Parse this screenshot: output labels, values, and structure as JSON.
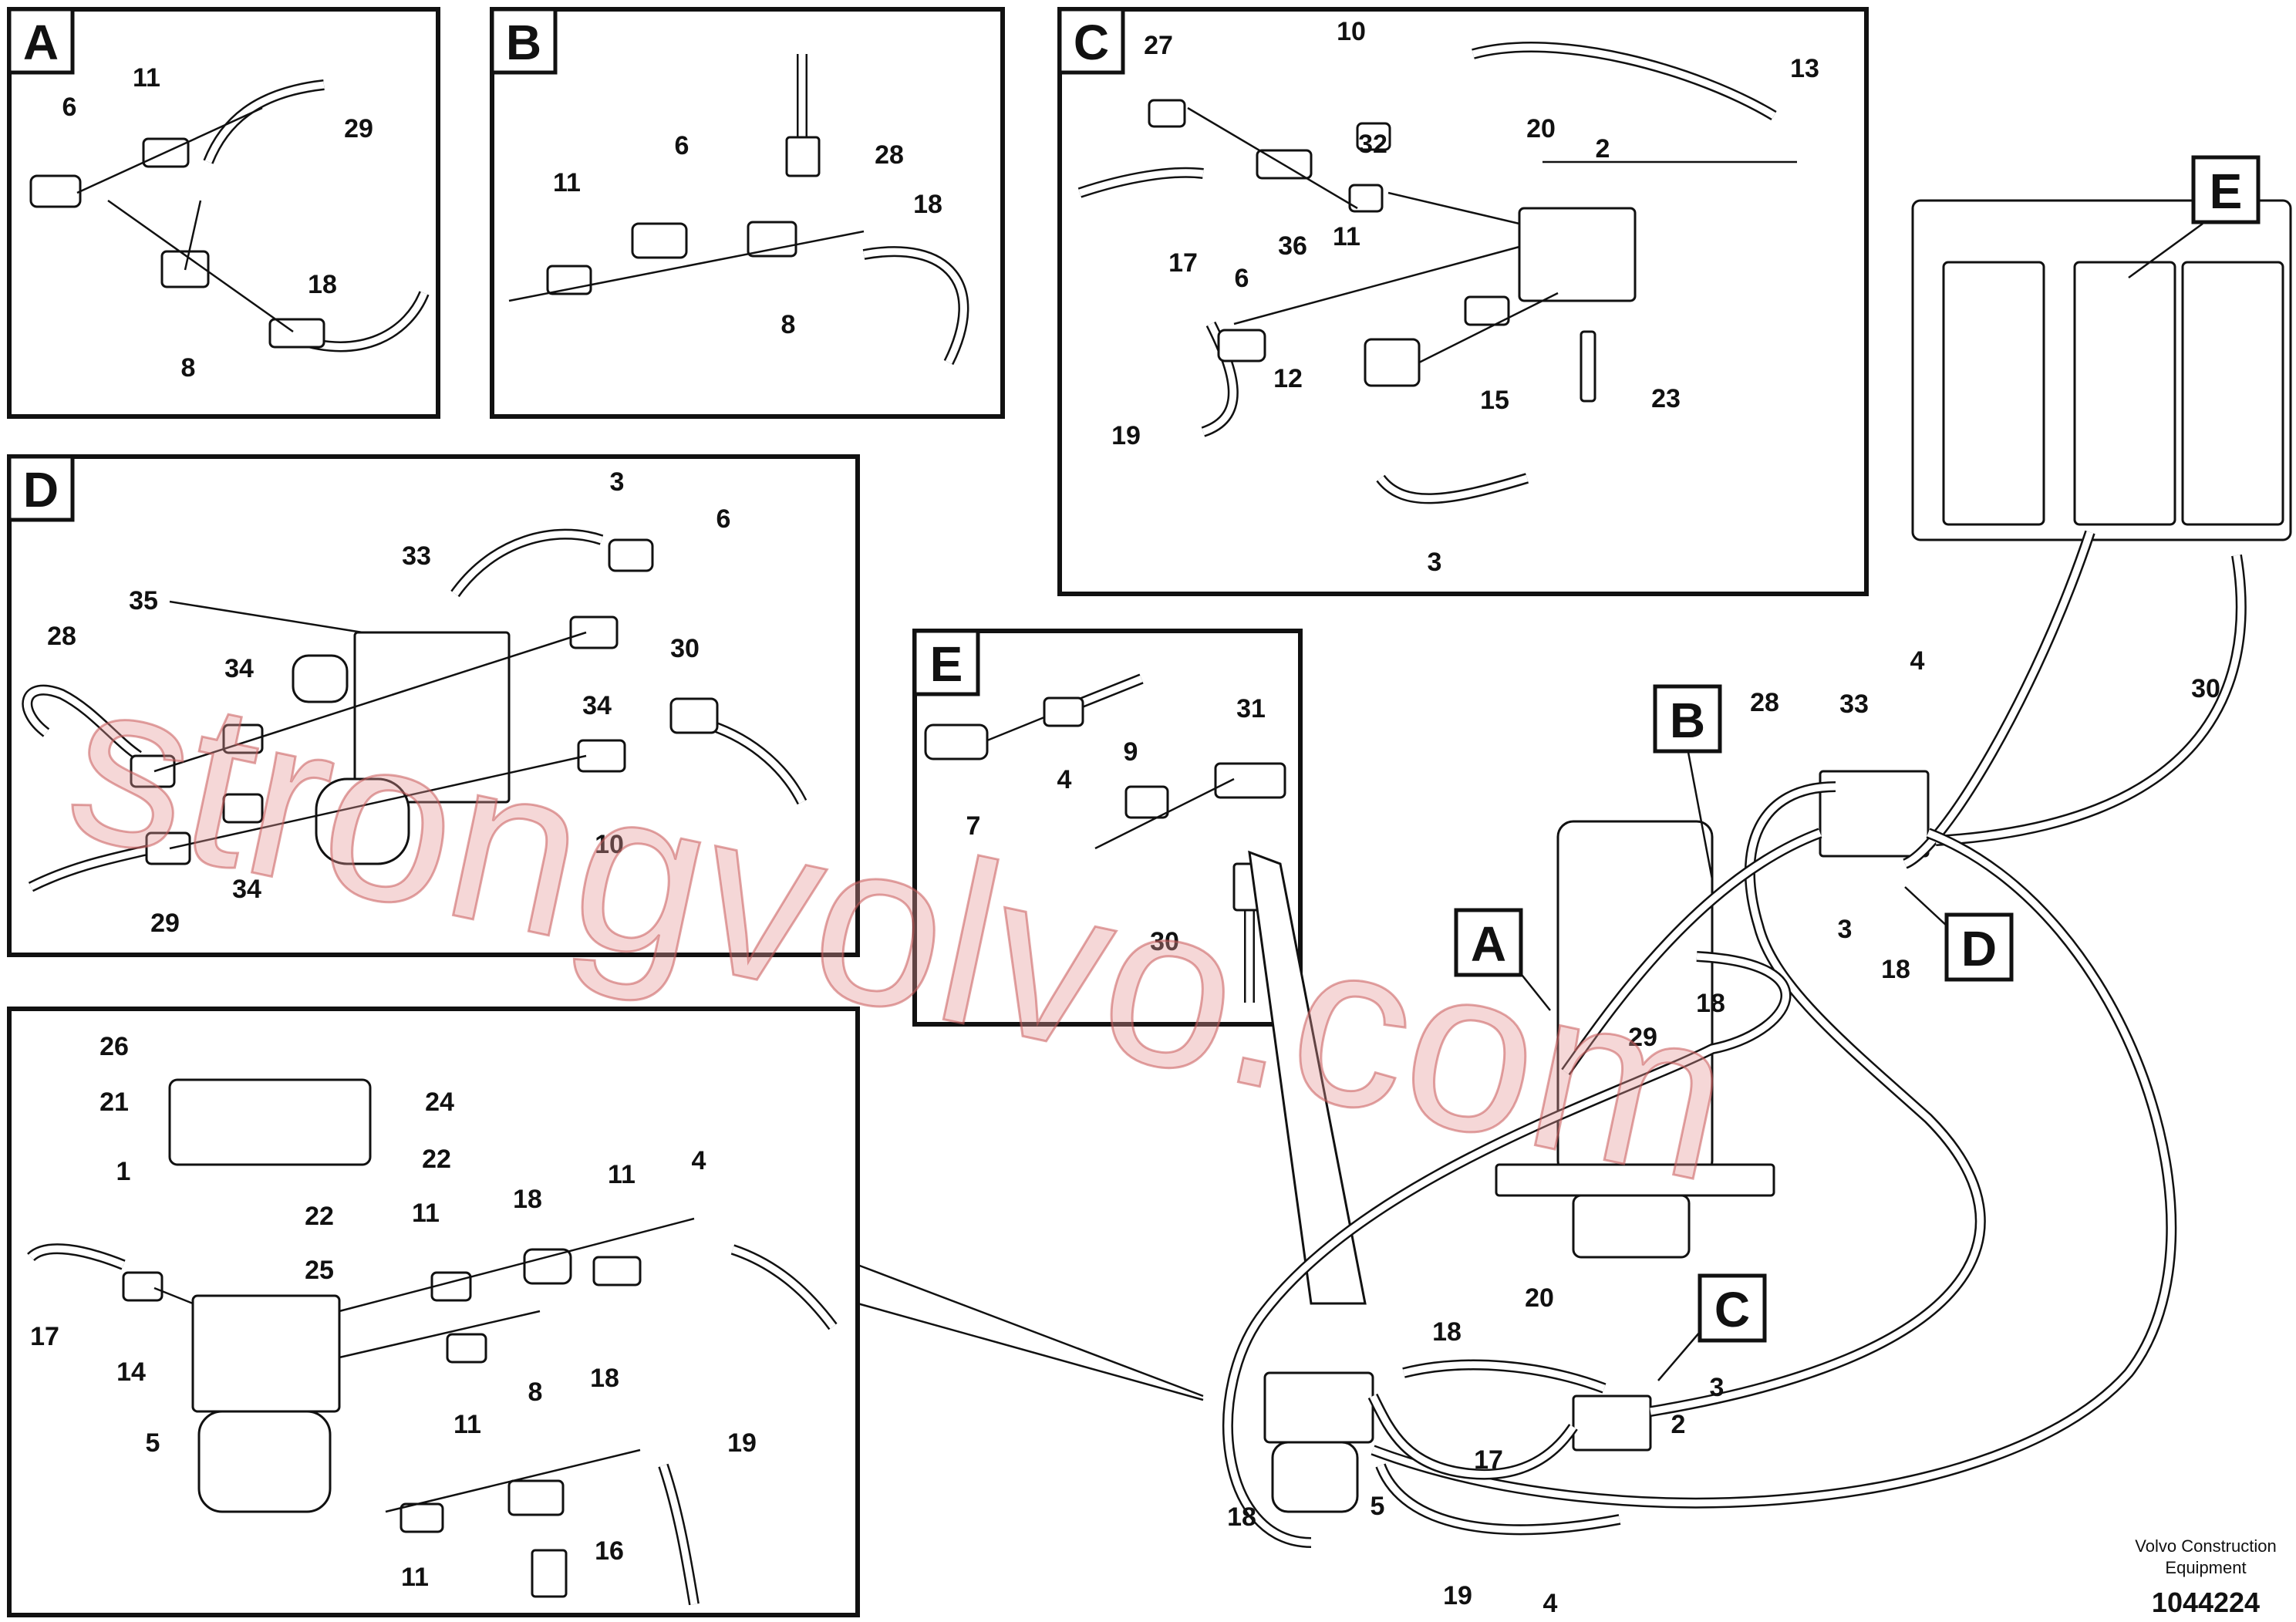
{
  "panels": {
    "A": {
      "letter": "A",
      "labels": [
        "6",
        "11",
        "29",
        "8",
        "18"
      ]
    },
    "B": {
      "letter": "B",
      "labels": [
        "11",
        "6",
        "28",
        "18",
        "8"
      ]
    },
    "C": {
      "letter": "C",
      "labels": [
        "27",
        "10",
        "13",
        "20",
        "32",
        "2",
        "17",
        "36",
        "11",
        "6",
        "12",
        "15",
        "23",
        "19",
        "3"
      ]
    },
    "D": {
      "letter": "D",
      "labels": [
        "3",
        "6",
        "33",
        "35",
        "28",
        "34",
        "34",
        "30",
        "29",
        "10",
        "34"
      ]
    },
    "E": {
      "letter": "E",
      "labels": [
        "7",
        "4",
        "9",
        "31",
        "30"
      ]
    },
    "F": {
      "labels": [
        "26",
        "21",
        "24",
        "1",
        "22",
        "22",
        "25",
        "11",
        "18",
        "11",
        "4",
        "17",
        "14",
        "5",
        "18",
        "11",
        "8",
        "19",
        "11",
        "16"
      ]
    }
  },
  "main": {
    "callouts": [
      "E",
      "B",
      "A",
      "D",
      "C"
    ],
    "labels": [
      "4",
      "30",
      "28",
      "33",
      "3",
      "18",
      "29",
      "18",
      "18",
      "20",
      "17",
      "2",
      "3",
      "18",
      "5",
      "19",
      "4"
    ]
  },
  "watermark": "strongvolvo.com",
  "footer": {
    "brand_line1": "Volvo Construction",
    "brand_line2": "Equipment",
    "doc_number": "1044224"
  }
}
